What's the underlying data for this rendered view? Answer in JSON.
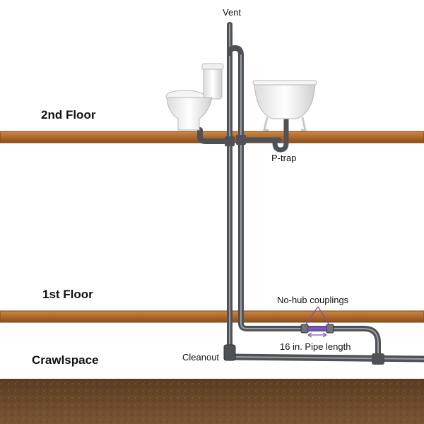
{
  "labels": {
    "vent": "Vent",
    "second_floor": "2nd Floor",
    "first_floor": "1st Floor",
    "crawlspace": "Crawlspace",
    "p_trap": "P-trap",
    "no_hub_couplings": "No-hub couplings",
    "pipe_length": "16 in. Pipe length",
    "cleanout": "Cleanout"
  },
  "colors": {
    "floor_joist": "#b0682a",
    "floor_joist_edge": "#7a4516",
    "pipe": "#5e6166",
    "pipe_highlight": "#9a9ea3",
    "soil": "#6b4a2d",
    "coupling": "#7b4fc0",
    "arrow": "#7b4fc0"
  },
  "icons": {
    "toilet": "toilet-icon",
    "bathtub": "clawfoot-bathtub-icon"
  }
}
